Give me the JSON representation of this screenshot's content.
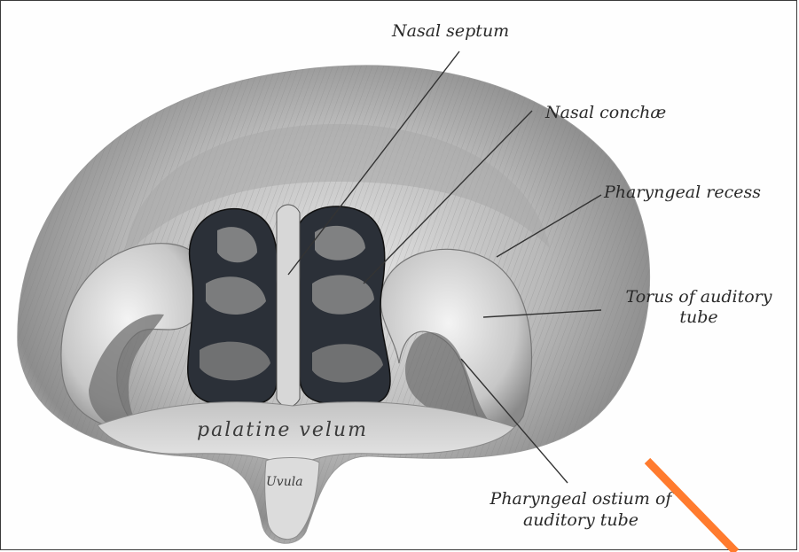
{
  "labels": {
    "nasal_septum": "Nasal septum",
    "nasal_conchae": "Nasal conchæ",
    "pharyngeal_recess": "Pharyngeal recess",
    "torus_line1": "Torus of auditory",
    "torus_line2": "tube",
    "ostium_line1": "Pharyngeal ostium of",
    "ostium_line2": "auditory tube"
  },
  "engraved": {
    "palatine_velum": "palatine velum",
    "uvula": "Uvula"
  },
  "colors": {
    "ink": "#2a2a2a",
    "tissue_light": "#d9d9d9",
    "tissue_mid": "#9a9a9a",
    "cavity_dark": "#2b3038",
    "watermark": "#ff7b2e"
  }
}
